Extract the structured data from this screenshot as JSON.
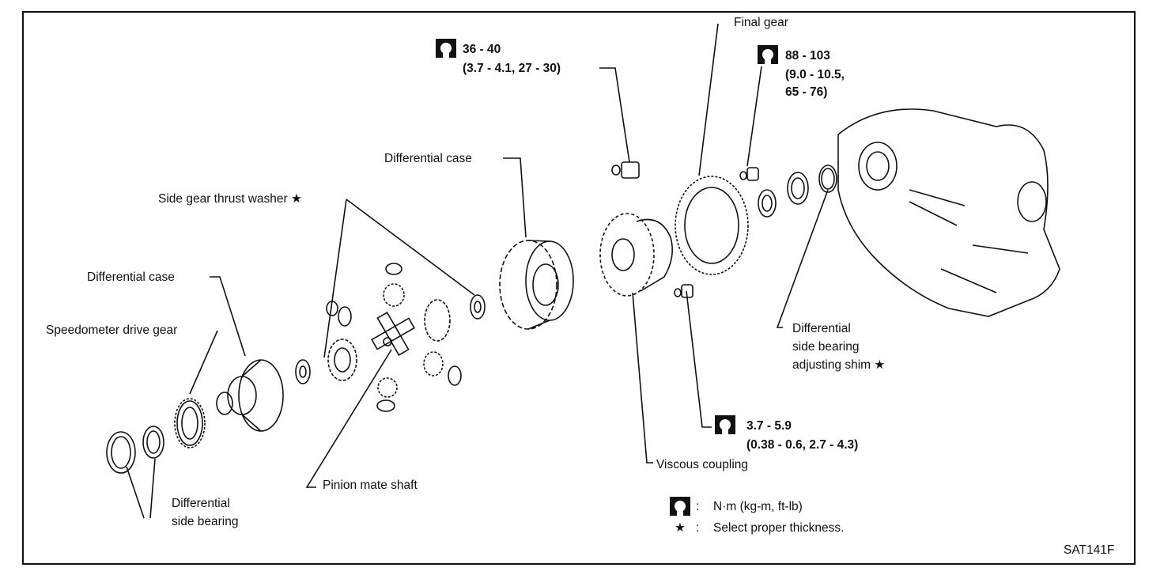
{
  "labels": {
    "final_gear": "Final gear",
    "diff_case_upper": "Differential case",
    "side_gear_thrust_washer": "Side gear thrust washer",
    "diff_case_left": "Differential case",
    "speedometer_drive_gear": "Speedometer drive gear",
    "pinion_mate_shaft": "Pinion mate shaft",
    "diff_side_bearing_1": "Differential",
    "diff_side_bearing_2": "side bearing",
    "shim_1": "Differential",
    "shim_2": "side bearing",
    "shim_3": "adjusting shim",
    "viscous_coupling": "Viscous coupling"
  },
  "star": "★",
  "torque": {
    "t1_value": "36 - 40",
    "t1_detail": "(3.7 - 4.1, 27 - 30)",
    "t2_value": "88 - 103",
    "t2_detail1": "(9.0 - 10.5,",
    "t2_detail2": "65 - 76)",
    "t3_value": "3.7 - 5.9",
    "t3_detail": "(0.38 - 0.6, 2.7 - 4.3)"
  },
  "legend": {
    "torque_sep": ":",
    "torque_units": "N·m (kg-m, ft-lb)",
    "star_sep": ":",
    "star_text": "Select proper thickness."
  },
  "figure_id": "SAT141F"
}
